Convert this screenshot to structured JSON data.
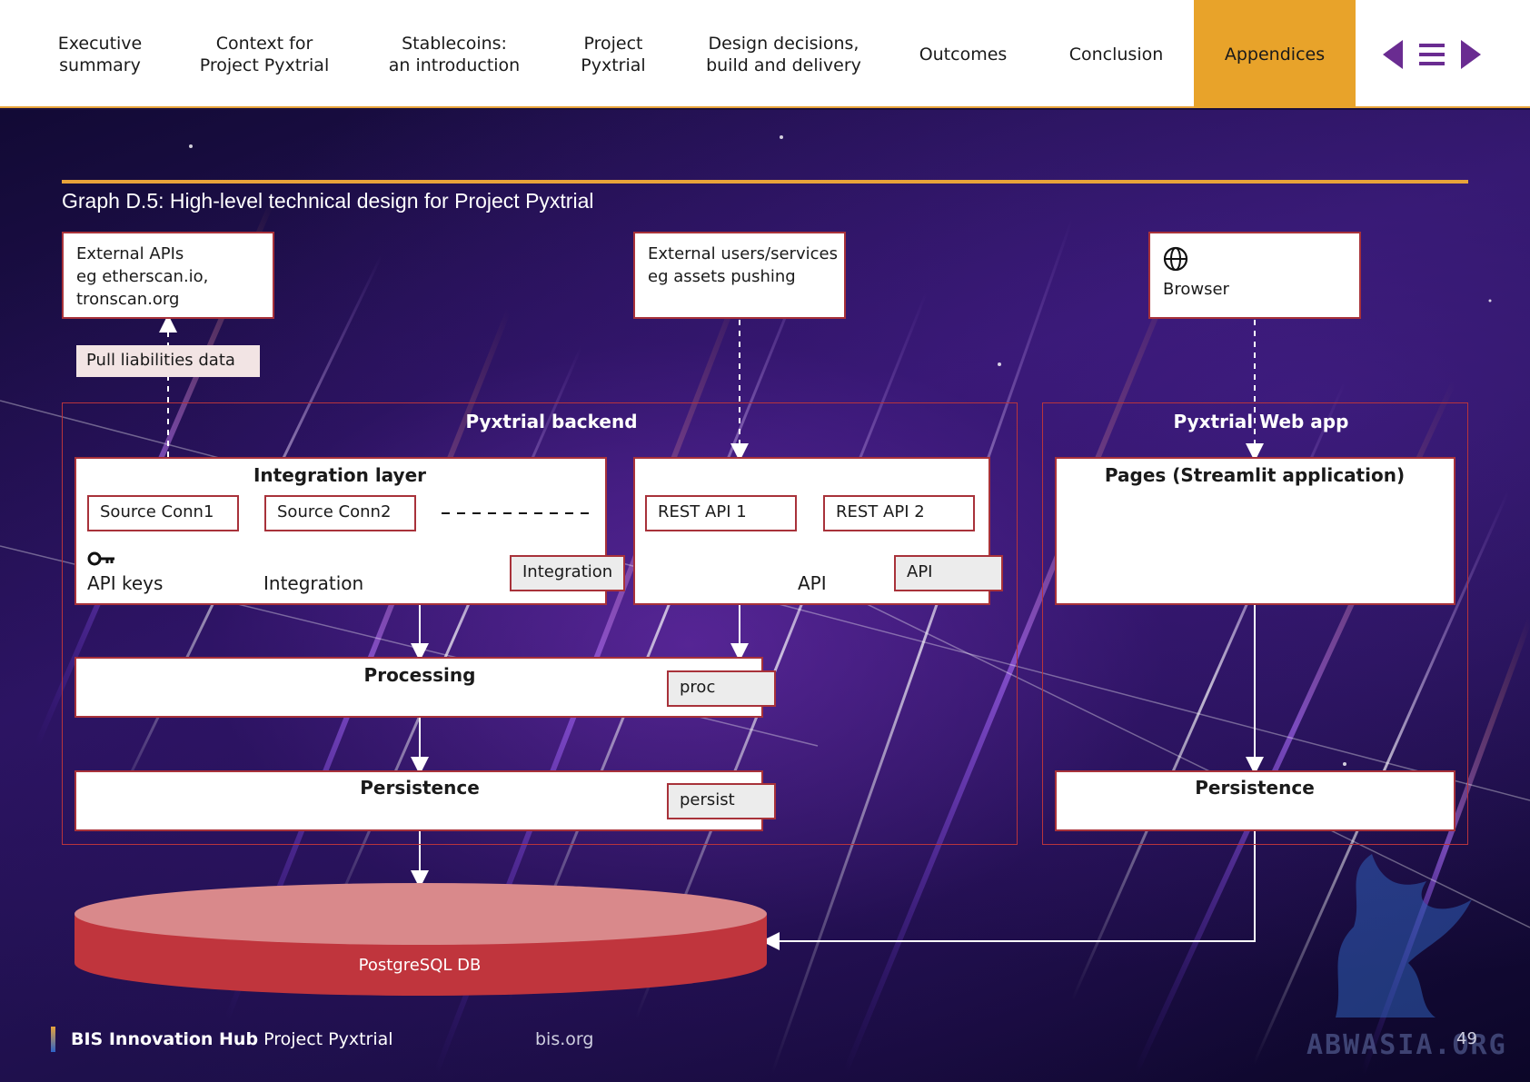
{
  "nav": {
    "items": [
      {
        "label": "Executive\nsummary",
        "active": false
      },
      {
        "label": "Context for\nProject Pyxtrial",
        "active": false
      },
      {
        "label": "Stablecoins:\nan introduction",
        "active": false
      },
      {
        "label": "Project\nPyxtrial",
        "active": false
      },
      {
        "label": "Design decisions,\nbuild and delivery",
        "active": false
      },
      {
        "label": "Outcomes",
        "active": false
      },
      {
        "label": "Conclusion",
        "active": false
      },
      {
        "label": "Appendices",
        "active": true
      }
    ],
    "controls": [
      "previous-page-icon",
      "menu-icon",
      "next-page-icon"
    ],
    "accent": "#e8a32a"
  },
  "graph": {
    "title": "Graph D.5: High-level technical design for Project Pyxtrial",
    "external_apis": "External APIs\neg etherscan.io,\ntronscan.org",
    "external_users": "External users/services\neg assets pushing",
    "browser": {
      "label": "Browser",
      "icon": "globe-icon"
    },
    "pull_label": "Pull liabilities data",
    "backend": {
      "title": "Pyxtrial backend",
      "integration_layer": {
        "title": "Integration layer",
        "sources": [
          "Source Conn1",
          "Source Conn2"
        ],
        "api_keys_label": "API keys",
        "api_keys_icon": "key-icon",
        "integration_label": "Integration",
        "tag": "Integration"
      },
      "api_layer": {
        "endpoints": [
          "REST API 1",
          "REST API 2"
        ],
        "label": "API",
        "tag": "API"
      },
      "processing": {
        "label": "Processing",
        "tag": "proc"
      },
      "persistence": {
        "label": "Persistence",
        "tag": "persist"
      }
    },
    "webapp": {
      "title": "Pyxtrial Web app",
      "pages": "Pages\n(Streamlit application)",
      "persistence": "Persistence"
    },
    "database": "PostgreSQL DB",
    "colors": {
      "border": "#a8323a",
      "db": "#c0353d",
      "db_top": "#d9898b",
      "rule": "#e8a33a"
    }
  },
  "footer": {
    "brand_bold": "BIS Innovation Hub",
    "brand_rest": "Project Pyxtrial",
    "site": "bis.org",
    "page": "49",
    "watermark": "ABWASIA.ORG"
  }
}
